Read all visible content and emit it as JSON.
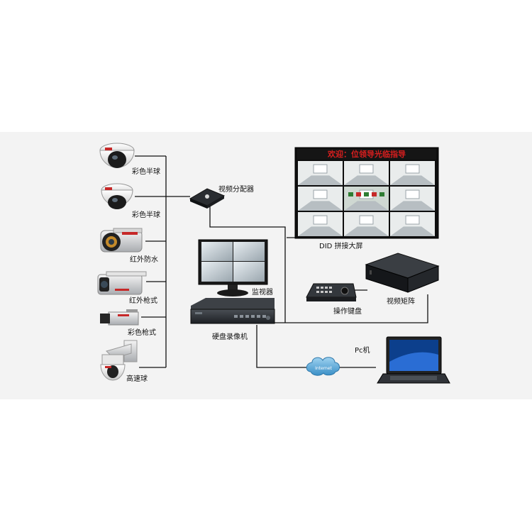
{
  "labels": {
    "dome_color_1": "彩色半球",
    "dome_color_2": "彩色半球",
    "ir_waterproof": "红外防水",
    "ir_bullet": "红外枪式",
    "color_bullet": "彩色枪式",
    "speed_dome": "高速球",
    "video_splitter": "视频分配器",
    "monitor": "监视器",
    "dvr": "硬盘录像机",
    "did_wall": "DID 拼接大屏",
    "video_matrix": "视频矩阵",
    "keyboard": "操作键盘",
    "pc": "Pc机",
    "internet": "Internet",
    "wall_marquee": "欢迎：位领导光临指导"
  },
  "colors": {
    "line": "#111111",
    "band": "#f3f3f3",
    "marquee": "#d81e1e"
  },
  "icons": [
    "dome-camera-icon",
    "ir-camera-icon",
    "bullet-camera-icon",
    "box-camera-icon",
    "speed-dome-icon",
    "splitter-icon",
    "monitor-icon",
    "dvr-icon",
    "video-wall-icon",
    "matrix-icon",
    "keyboard-icon",
    "laptop-icon",
    "cloud-icon"
  ]
}
